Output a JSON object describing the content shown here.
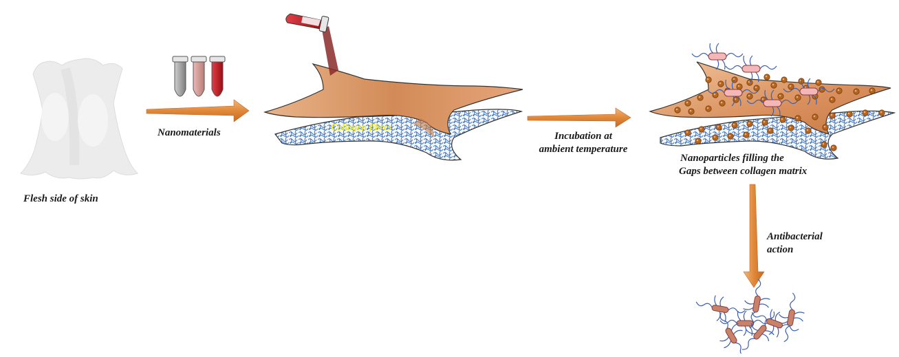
{
  "labels": {
    "flesh_side": "Flesh side of skin",
    "nanomaterials": "Nanomaterials",
    "collagen_fibres": "Collagen fibres",
    "incubation_line1": "Incubation at",
    "incubation_line2": "ambient temperature",
    "nanoparticles_line1": "Nanoparticles filling the",
    "nanoparticles_line2": "Gaps between collagen matrix",
    "antibacterial_line1": "Antibacterial",
    "antibacterial_line2": "action"
  },
  "colors": {
    "arrow_orange": "#e39a4f",
    "leather_orange": "#d9925f",
    "collagen_blue": "#4a7fc0",
    "nanoparticle_brown": "#b5651d",
    "bacteria_pink": "#f3b7b7",
    "flagella_blue": "#3a5fb0",
    "tube_red": "#c0141c",
    "tube_pink": "#d9a3a0",
    "tube_grey": "#9a9a9a",
    "collagen_label_yellow": "#f3ee2a"
  }
}
